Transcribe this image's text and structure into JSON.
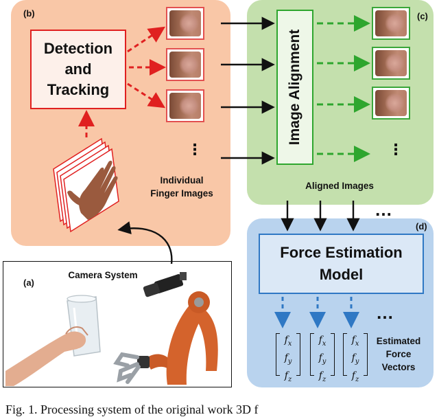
{
  "panel_labels": {
    "a": "(a)",
    "b": "(b)",
    "c": "(c)",
    "d": "(d)"
  },
  "detection": {
    "line1": "Detection",
    "line2": "and",
    "line3": "Tracking"
  },
  "alignment": {
    "label": "Image Alignment"
  },
  "force": {
    "line1": "Force Estimation",
    "line2": "Model"
  },
  "captions": {
    "individual_line1": "Individual",
    "individual_line2": "Finger Images",
    "aligned": "Aligned Images",
    "camera": "Camera System",
    "estimated_line1": "Estimated",
    "estimated_line2": "Force",
    "estimated_line3": "Vectors"
  },
  "vector_components": [
    "f",
    "f",
    "f"
  ],
  "vector_subscripts": [
    "x",
    "y",
    "z"
  ],
  "ellipsis": "…",
  "vertical_dots": "⋮",
  "figure_caption": "Fig. 1.  Processing system of the original work 3D f",
  "colors": {
    "orange_panel": "#f9c7a7",
    "green_panel": "#c4e0ad",
    "blue_panel": "#b9d3ee",
    "red": "#e02020",
    "green": "#2ea62e",
    "blue": "#2f78c4"
  }
}
